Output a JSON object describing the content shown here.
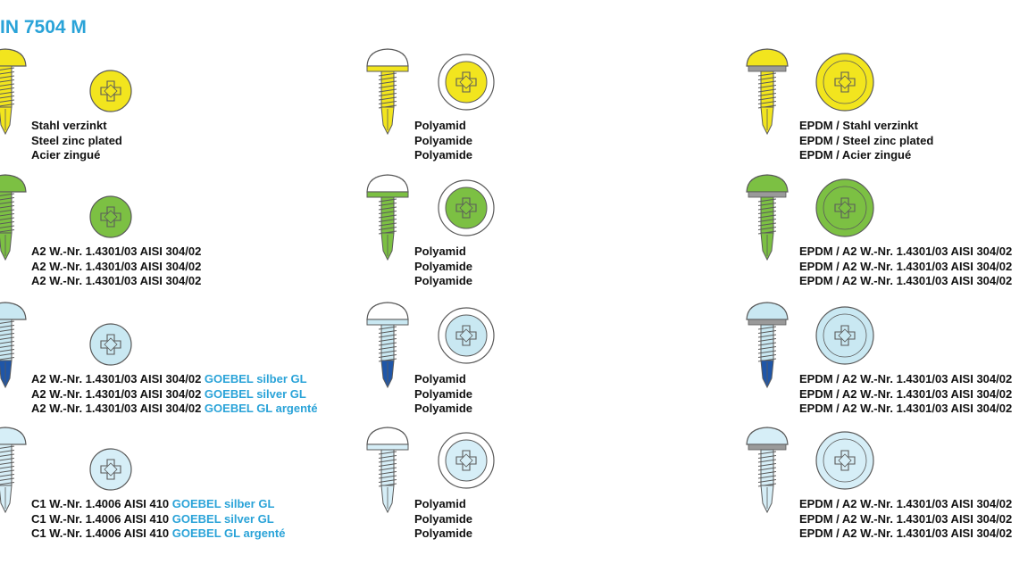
{
  "title": "IN 7504 M",
  "rows": [
    {
      "color": "#f2e51e",
      "tipColor": "#f2e51e",
      "items": [
        {
          "head": "standard",
          "lines": [
            {
              "text": "Stahl verzinkt",
              "highlight": ""
            },
            {
              "text": "Steel zinc plated",
              "highlight": ""
            },
            {
              "text": "Acier zingué",
              "highlight": ""
            }
          ]
        },
        {
          "head": "polyamid",
          "lines": [
            {
              "text": "Polyamid",
              "highlight": ""
            },
            {
              "text": "Polyamide",
              "highlight": ""
            },
            {
              "text": "Polyamide",
              "highlight": ""
            }
          ]
        },
        {
          "head": "epdm",
          "lines": [
            {
              "text": "EPDM / Stahl verzinkt",
              "highlight": ""
            },
            {
              "text": "EPDM / Steel zinc plated",
              "highlight": ""
            },
            {
              "text": "EPDM / Acier zingué",
              "highlight": ""
            }
          ]
        }
      ]
    },
    {
      "color": "#7cc043",
      "tipColor": "#7cc043",
      "items": [
        {
          "head": "standard",
          "lines": [
            {
              "text": "A2 W.-Nr. 1.4301/03 AISI 304/02",
              "highlight": ""
            },
            {
              "text": "A2 W.-Nr. 1.4301/03 AISI 304/02",
              "highlight": ""
            },
            {
              "text": "A2 W.-Nr. 1.4301/03 AISI 304/02",
              "highlight": ""
            }
          ]
        },
        {
          "head": "polyamid",
          "lines": [
            {
              "text": "Polyamid",
              "highlight": ""
            },
            {
              "text": "Polyamide",
              "highlight": ""
            },
            {
              "text": "Polyamide",
              "highlight": ""
            }
          ]
        },
        {
          "head": "epdm",
          "lines": [
            {
              "text": "EPDM / A2 W.-Nr. 1.4301/03 AISI 304/02",
              "highlight": ""
            },
            {
              "text": "EPDM / A2 W.-Nr. 1.4301/03 AISI 304/02",
              "highlight": ""
            },
            {
              "text": "EPDM / A2 W.-Nr. 1.4301/03 AISI 304/02",
              "highlight": ""
            }
          ]
        }
      ]
    },
    {
      "color": "#c9e8f2",
      "tipColor": "#1f56a8",
      "items": [
        {
          "head": "standard",
          "lines": [
            {
              "text": "A2 W.-Nr. 1.4301/03 AISI 304/02 ",
              "highlight": "GOEBEL silber GL"
            },
            {
              "text": "A2 W.-Nr. 1.4301/03 AISI 304/02 ",
              "highlight": "GOEBEL silver GL"
            },
            {
              "text": "A2 W.-Nr. 1.4301/03 AISI 304/02 ",
              "highlight": "GOEBEL GL argenté"
            }
          ]
        },
        {
          "head": "polyamid",
          "lines": [
            {
              "text": "Polyamid",
              "highlight": ""
            },
            {
              "text": "Polyamide",
              "highlight": ""
            },
            {
              "text": "Polyamide",
              "highlight": ""
            }
          ]
        },
        {
          "head": "epdm",
          "lines": [
            {
              "text": "EPDM / A2 W.-Nr. 1.4301/03 AISI 304/02",
              "highlight": ""
            },
            {
              "text": "EPDM / A2 W.-Nr. 1.4301/03 AISI 304/02",
              "highlight": ""
            },
            {
              "text": "EPDM / A2 W.-Nr. 1.4301/03 AISI 304/02",
              "highlight": ""
            }
          ]
        }
      ]
    },
    {
      "color": "#d6eef7",
      "tipColor": "#d6eef7",
      "items": [
        {
          "head": "standard",
          "lines": [
            {
              "text": "C1 W.-Nr. 1.4006 AISI 410 ",
              "highlight": "GOEBEL silber GL"
            },
            {
              "text": "C1 W.-Nr. 1.4006 AISI 410 ",
              "highlight": "GOEBEL silver GL"
            },
            {
              "text": "C1 W.-Nr. 1.4006 AISI 410 ",
              "highlight": "GOEBEL GL argenté"
            }
          ]
        },
        {
          "head": "polyamid",
          "lines": [
            {
              "text": "Polyamid",
              "highlight": ""
            },
            {
              "text": "Polyamide",
              "highlight": ""
            },
            {
              "text": "Polyamide",
              "highlight": ""
            }
          ]
        },
        {
          "head": "epdm",
          "lines": [
            {
              "text": "EPDM / A2 W.-Nr. 1.4301/03 AISI 304/02",
              "highlight": ""
            },
            {
              "text": "EPDM / A2 W.-Nr. 1.4301/03 AISI 304/02",
              "highlight": ""
            },
            {
              "text": "EPDM / A2 W.-Nr. 1.4301/03 AISI 304/02",
              "highlight": ""
            }
          ]
        }
      ]
    }
  ],
  "colors": {
    "title": "#2aa3d8",
    "highlight": "#2aa3d8",
    "text": "#111111",
    "outline": "#5a5a5a",
    "epdmWasher": "#9a9a9a",
    "polyamidCap": "#ffffff"
  }
}
